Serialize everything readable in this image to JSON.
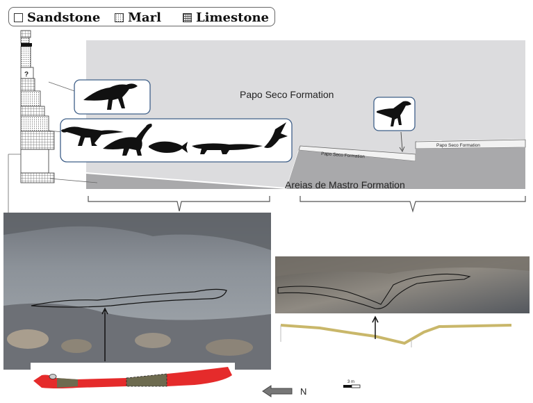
{
  "legend": {
    "sandstone": "Sandstone",
    "marl": "Marl",
    "limestone": "Limestone"
  },
  "log": {
    "question_mark": "?"
  },
  "formations": {
    "papo_seco": "Papo Seco Formation",
    "papo_seco_small_1": "Papo Seco Formation",
    "papo_seco_small_2": "Papo Seco Formation",
    "areias_de_mastro": "Areias de Mastro Formation"
  },
  "scale": {
    "label": "3 m"
  },
  "direction": {
    "north_label": "N"
  },
  "colors": {
    "upper_unit": "#dcdcde",
    "lower_unit": "#a9a9ab",
    "section_line": "#c9b76a",
    "bone_bed": "#e52b2b"
  },
  "icons": [
    "iguanodontian-silhouette-icon",
    "theropod-silhouette-icon",
    "sauropod-silhouette-icon",
    "fish-silhouette-icon",
    "crocodile-silhouette-icon",
    "pterosaur-silhouette-icon",
    "small-theropod-silhouette-icon",
    "arrow-left-icon"
  ]
}
